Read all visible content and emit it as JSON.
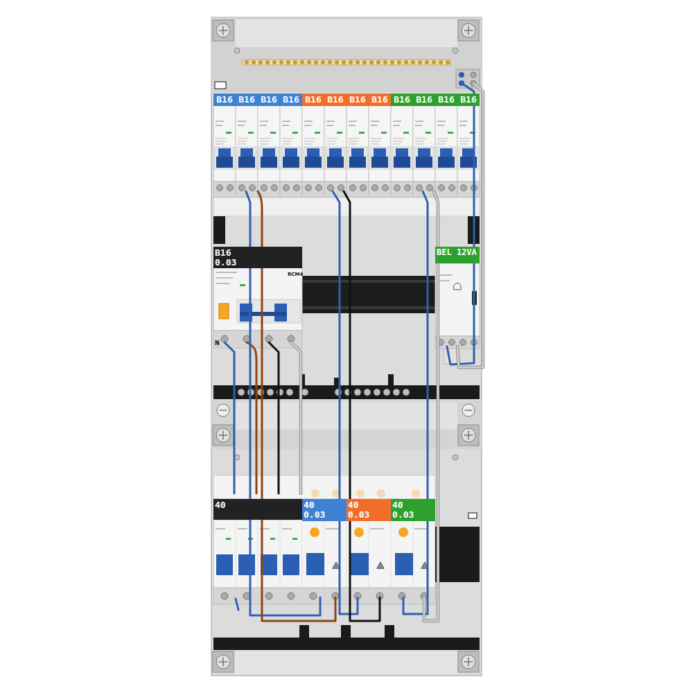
{
  "diagram": {
    "nodes": [
      {
        "text": [
          "B16"
        ]
      },
      {
        "text": [
          "B16"
        ]
      },
      {
        "text": [
          "B16"
        ]
      },
      {
        "text": [
          "B16"
        ]
      },
      {
        "text": [
          "B16"
        ]
      },
      {
        "text": [
          "B16"
        ]
      },
      {
        "text": [
          "B16"
        ]
      },
      {
        "text": [
          "B16"
        ]
      },
      {
        "text": [
          "B16"
        ]
      },
      {
        "text": [
          "B16"
        ]
      },
      {
        "text": [
          "B16"
        ]
      },
      {
        "text": [
          "B16"
        ]
      },
      {
        "text": [
          "B16 0.03"
        ]
      },
      {
        "text": [
          "BEL 12VA"
        ]
      },
      {
        "text": [
          "40"
        ]
      },
      {
        "text": [
          "40 0.03"
        ]
      },
      {
        "text": [
          "40 0.03"
        ]
      },
      {
        "text": [
          "40 0.03"
        ]
      }
    ],
    "labels": [
      "RCM4",
      "N"
    ]
  }
}
